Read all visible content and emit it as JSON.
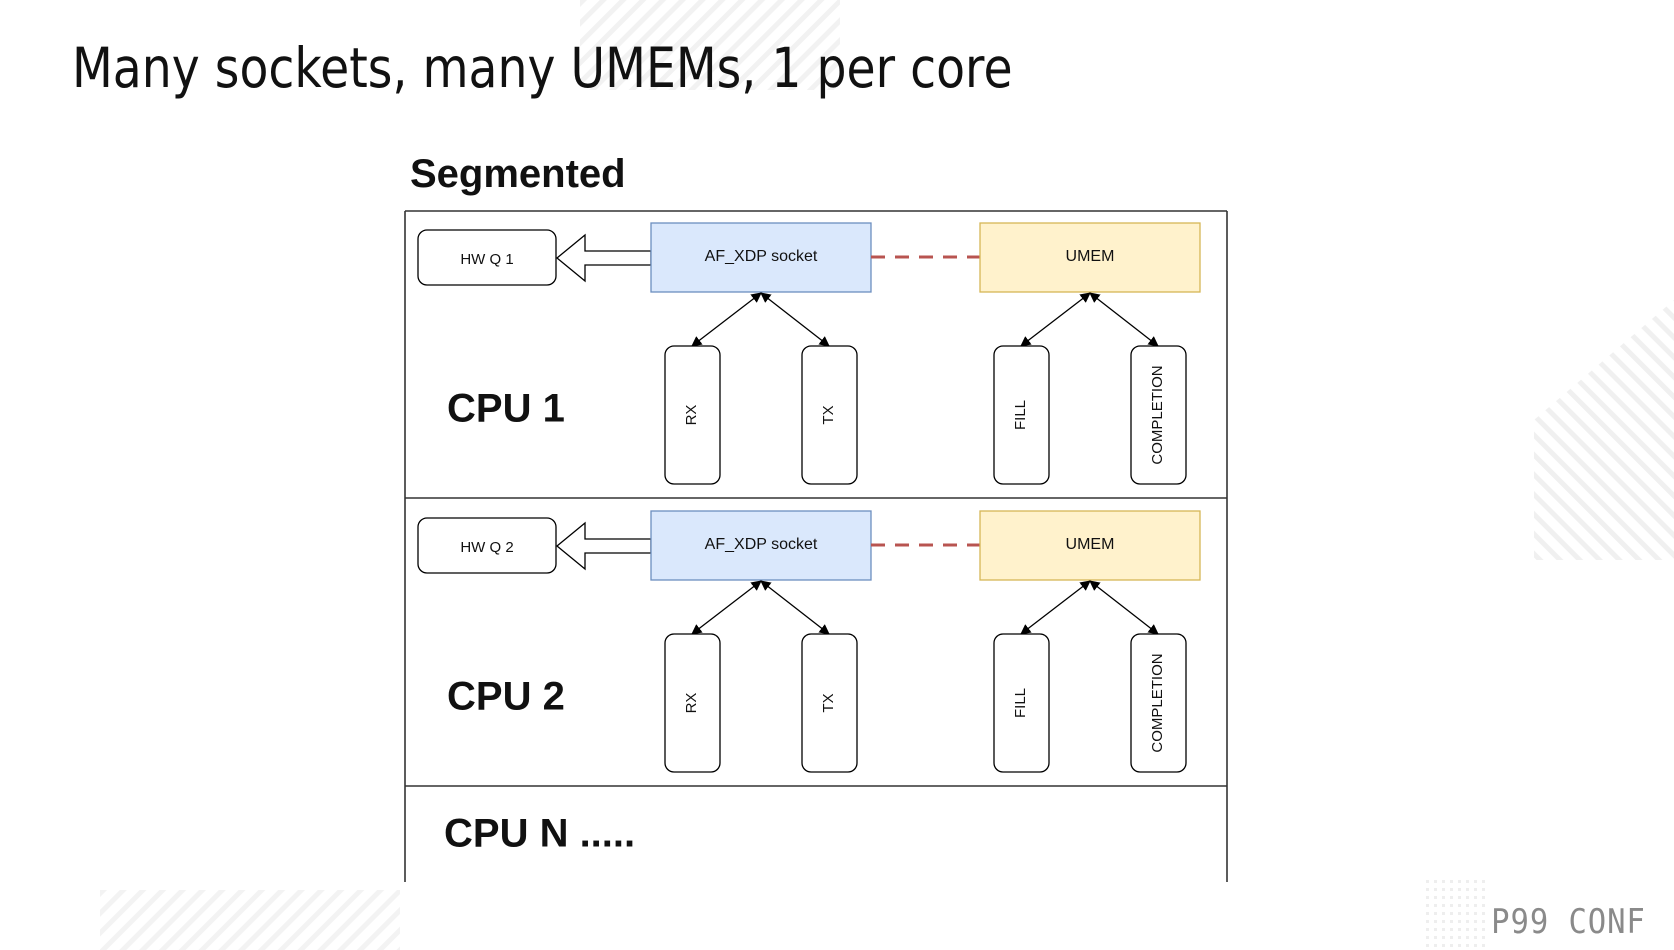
{
  "slide": {
    "title": "Many sockets, many UMEMs, 1 per core",
    "brand": "P99 CONF"
  },
  "diagram": {
    "heading": "Segmented",
    "sections": [
      {
        "cpu_label": "CPU 1",
        "hw_queue": "HW Q 1",
        "socket": "AF_XDP socket",
        "umem": "UMEM",
        "socket_rings": [
          "RX",
          "TX"
        ],
        "umem_rings": [
          "FILL",
          "COMPLETION"
        ]
      },
      {
        "cpu_label": "CPU 2",
        "hw_queue": "HW Q 2",
        "socket": "AF_XDP socket",
        "umem": "UMEM",
        "socket_rings": [
          "RX",
          "TX"
        ],
        "umem_rings": [
          "FILL",
          "COMPLETION"
        ]
      }
    ],
    "more_label": "CPU N .....",
    "colors": {
      "socket_fill": "#dae8fc",
      "socket_stroke": "#6c8ebf",
      "umem_fill": "#fff2cc",
      "umem_stroke": "#d6b656",
      "dashed_link": "#b85450"
    }
  }
}
